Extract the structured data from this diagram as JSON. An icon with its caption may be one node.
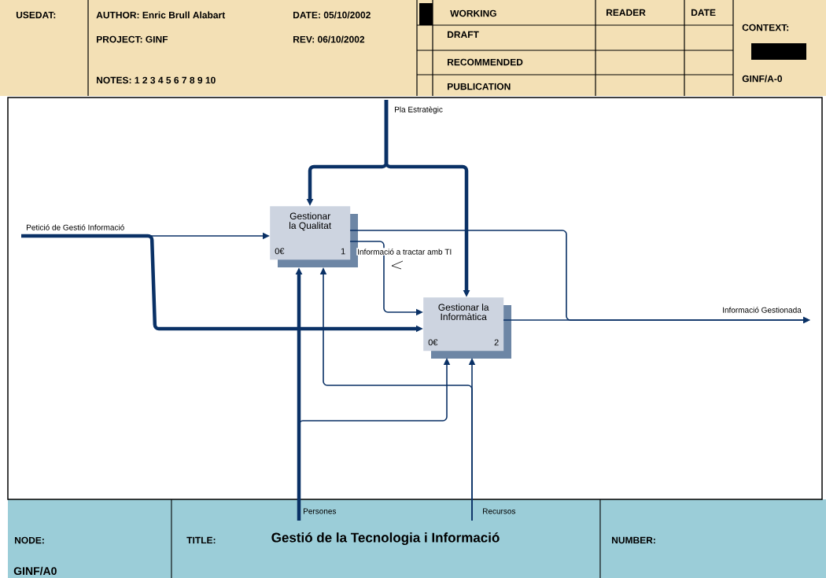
{
  "diagram": {
    "title": "Gestió de la Tecnologia i Informació",
    "nodes": [
      {
        "text": [
          "Gestionar la Qualitat",
          "0€",
          "1"
        ]
      },
      {
        "text": [
          "Gestionar la Informàtica",
          "0€",
          "2"
        ]
      },
      {
        "text": [
          "Pla Estratègic"
        ]
      },
      {
        "text": [
          "Petició de Gestió Informació"
        ]
      },
      {
        "text": [
          "Informació Gestionada"
        ]
      },
      {
        "text": [
          "Persones"
        ]
      },
      {
        "text": [
          "Recursos"
        ]
      }
    ],
    "edges": [
      {
        "from": 2,
        "to": 0,
        "arrow": "to",
        "style": "thick"
      },
      {
        "from": 2,
        "to": 1,
        "arrow": "to",
        "style": "thick"
      },
      {
        "from": 3,
        "to": 0,
        "arrow": "to"
      },
      {
        "from": 3,
        "to": 1,
        "arrow": "to",
        "style": "thick"
      },
      {
        "from": 0,
        "to": 1,
        "arrow": "to",
        "label": "Informació a tractar amb TI"
      },
      {
        "from": 0,
        "to": 4,
        "arrow": "to"
      },
      {
        "from": 1,
        "to": 4,
        "arrow": "to"
      },
      {
        "from": 5,
        "to": 0,
        "arrow": "to",
        "style": "thick"
      },
      {
        "from": 5,
        "to": 1,
        "arrow": "to"
      },
      {
        "from": 6,
        "to": 0,
        "arrow": "to"
      },
      {
        "from": 6,
        "to": 1,
        "arrow": "to"
      }
    ],
    "labels": [
      "USEDAT:",
      "AUTHOR: Enric Brull Alabart",
      "DATE: 05/10/2002",
      "WORKING",
      "READER",
      "DATE",
      "CONTEXT:",
      "PROJECT: GINF",
      "REV: 06/10/2002",
      "DRAFT",
      "RECOMMENDED",
      "NOTES: 1 2 3 4 5 6 7 8 9 10",
      "PUBLICATION",
      "GINF/A-0",
      "NODE:",
      "TITLE:",
      "NUMBER:",
      "GINF/A0"
    ]
  }
}
